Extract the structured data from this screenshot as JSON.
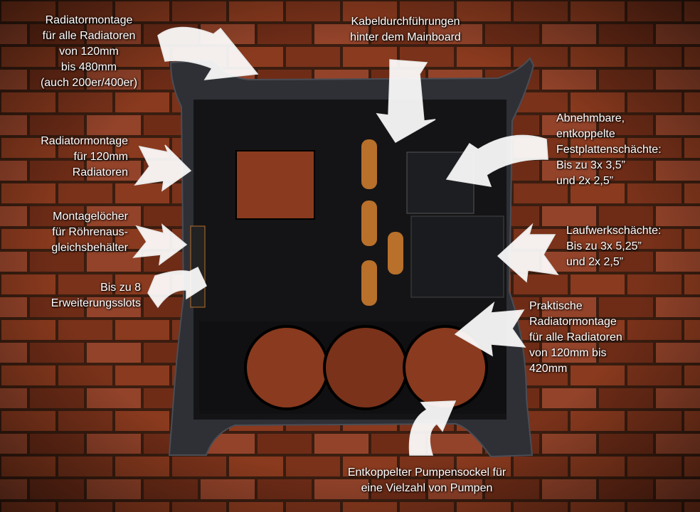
{
  "annotations": [
    {
      "id": "radiator-top",
      "text": "Radiatormontage\nfür alle Radiatoren\nvon 120mm\nbis 480mm\n(auch 200er/400er)"
    },
    {
      "id": "cable-routing",
      "text": "Kabeldurchführungen\nhinter dem Mainboard"
    },
    {
      "id": "hdd-cages",
      "text": "Abnehmbare,\nentkoppelte\nFestplattenschächte:\nBis zu 3x 3,5”\nund 2x 2,5”"
    },
    {
      "id": "radiator-side",
      "text": "Radiatormontage\nfür 120mm\nRadiatoren"
    },
    {
      "id": "reservoir-holes",
      "text": "Montagelöcher\nfür Röhrenaus-\ngleichsbehälter"
    },
    {
      "id": "drive-bays",
      "text": "Laufwerkschächte:\nBis zu 3x 5,25”\nund 2x 2,5”"
    },
    {
      "id": "expansion-slots",
      "text": "Bis zu 8\nErweiterungsslots"
    },
    {
      "id": "radiator-bottom",
      "text": "Praktische\nRadiatormontage\nfür alle Radiatoren\nvon 120mm bis\n420mm"
    },
    {
      "id": "pump-mount",
      "text": "Entkoppelter Pumpensockel für\neine Vielzahl von Pumpen"
    }
  ],
  "colors": {
    "brick": "#8a3a1e",
    "mortar": "#3a1d10",
    "case_body": "#141416",
    "case_frame": "#2e3036",
    "accent_copper": "#b8702a"
  },
  "icons": [
    "hand-drawn-arrow-icon"
  ]
}
